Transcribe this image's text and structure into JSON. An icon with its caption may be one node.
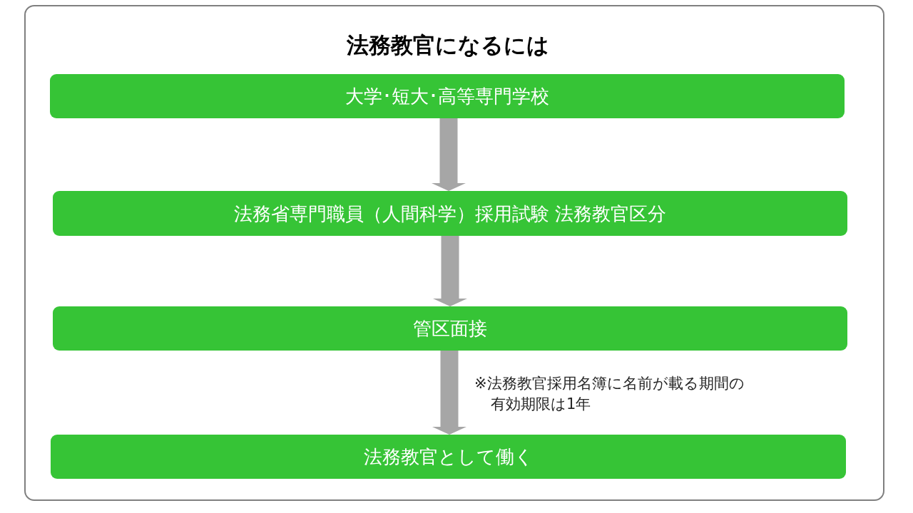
{
  "diagram": {
    "title": "法務教官になるには",
    "nodes": [
      {
        "text": [
          "大学･短大･高等専門学校"
        ]
      },
      {
        "text": [
          "法務省専門職員（人間科学）採用試験 法務教官区分"
        ]
      },
      {
        "text": [
          "管区面接"
        ]
      },
      {
        "text": [
          "法務教官として働く"
        ]
      }
    ],
    "edges": [
      {
        "from": 0,
        "to": 1,
        "arrow": "to"
      },
      {
        "from": 1,
        "to": 2,
        "arrow": "to"
      },
      {
        "from": 2,
        "to": 3,
        "arrow": "to"
      }
    ],
    "labels": [
      "※法務教官採用名簿に名前が載る期間の有効期限は1年"
    ]
  }
}
